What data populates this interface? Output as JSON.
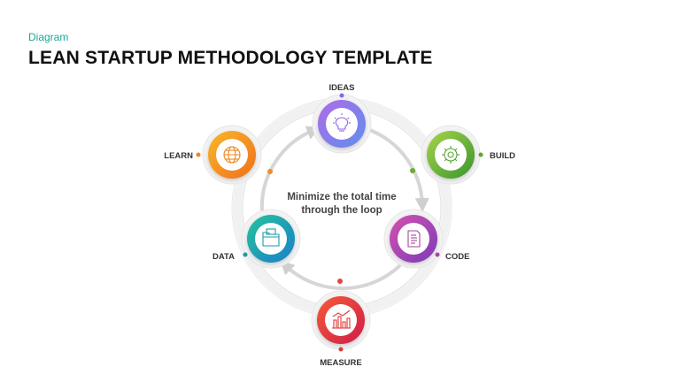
{
  "header": {
    "subtitle": "Diagram",
    "title": "LEAN STARTUP METHODOLOGY TEMPLATE"
  },
  "center": {
    "line1": "Minimize the total time",
    "line2": "through the loop"
  },
  "nodes": [
    {
      "label": "IDEAS",
      "icon": "lightbulb-icon",
      "color": "#8f63e6",
      "color2": "#6a8df0"
    },
    {
      "label": "BUILD",
      "icon": "gear-icon",
      "color": "#8cc63f",
      "color2": "#3f9a2f"
    },
    {
      "label": "CODE",
      "icon": "document-icon",
      "color": "#c04bb4",
      "color2": "#8a3bb5"
    },
    {
      "label": "MEASURE",
      "icon": "bar-chart-icon",
      "color": "#ef3a3a",
      "color2": "#d11f4f"
    },
    {
      "label": "DATA",
      "icon": "folder-icon",
      "color": "#1ab9a3",
      "color2": "#1b87c9"
    },
    {
      "label": "LEARN",
      "icon": "globe-icon",
      "color": "#f7a21b",
      "color2": "#f07a1f"
    }
  ]
}
